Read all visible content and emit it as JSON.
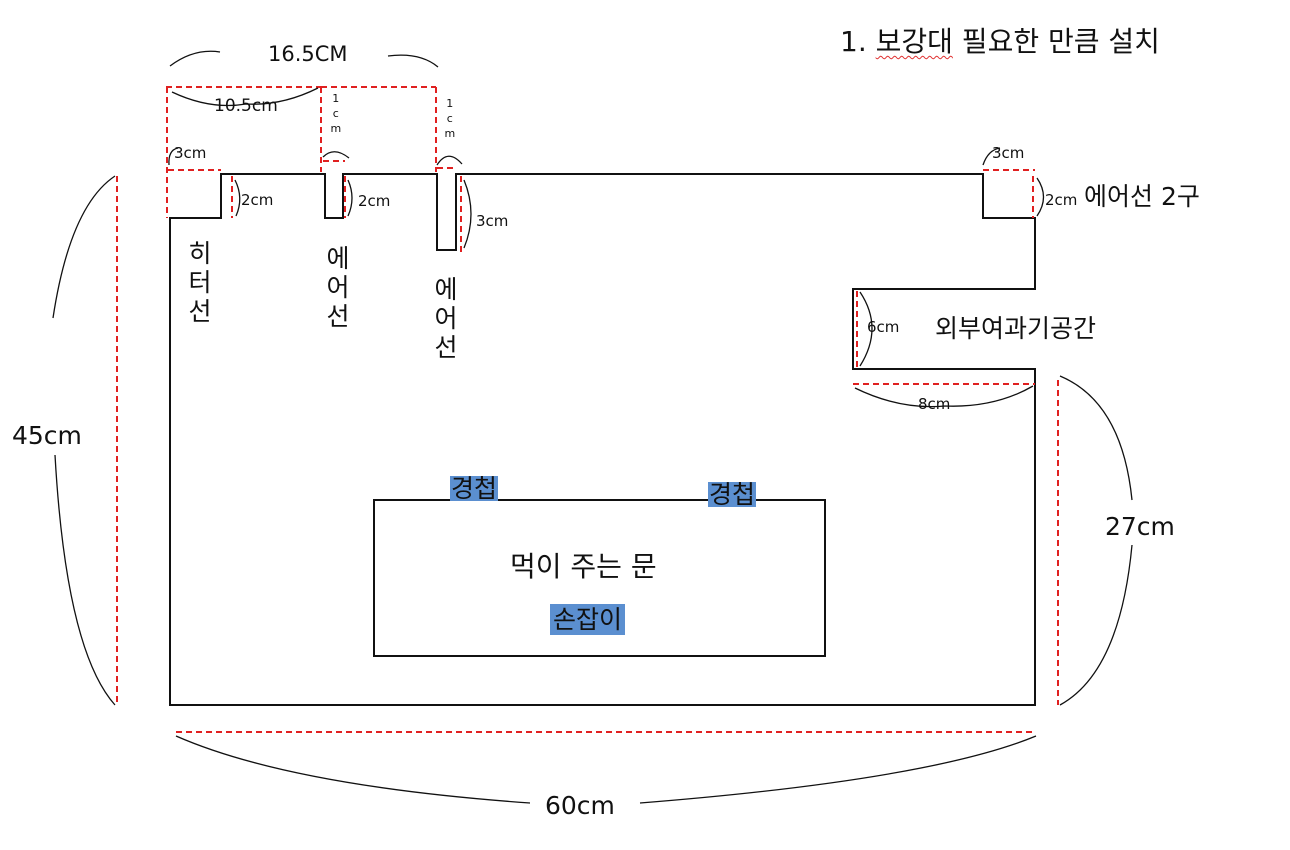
{
  "title": {
    "prefix": "1. 보강대",
    "rest": " 필요한 만큼 설치"
  },
  "dims": {
    "top_total": "16.5CM",
    "top_inner": "10.5cm",
    "slot_top_1": "1cm",
    "slot_top_2": "1cm",
    "corner_left": "3cm",
    "corner_right": "3cm",
    "notch_left_depth": "2cm",
    "slot1_depth": "2cm",
    "slot2_depth": "3cm",
    "notch_right_depth": "2cm",
    "height_left": "45cm",
    "recess_height": "6cm",
    "recess_width": "8cm",
    "height_right_lower": "27cm",
    "width_bottom": "60cm"
  },
  "labels": {
    "heater_line": "히터선",
    "air_line_1": "에어선",
    "air_line_2": "에어선",
    "air_line_right": "에어선 2구",
    "filter_space": "외부여과기공간",
    "hinge_1": "경첩",
    "hinge_2": "경첩",
    "feeding_door": "먹이 주는 문",
    "handle": "손잡이"
  },
  "colors": {
    "outline": "#111111",
    "dashed": "#e02020",
    "highlight": "#5b8fd0"
  }
}
